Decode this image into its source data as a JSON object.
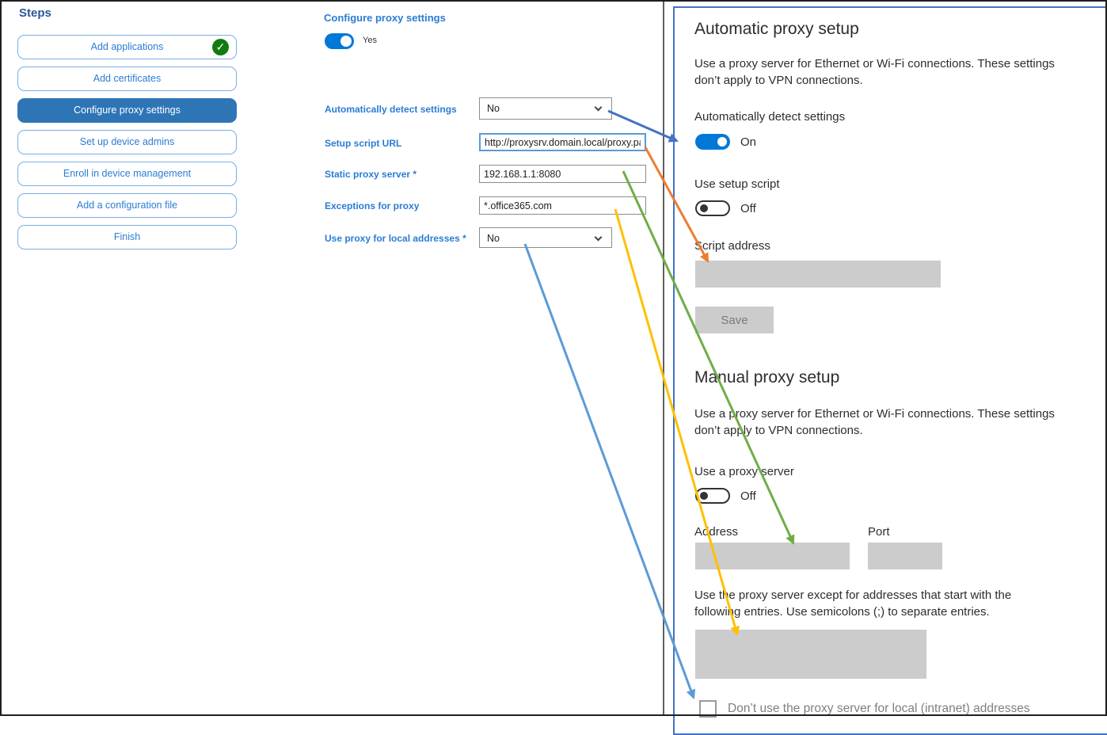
{
  "sidebar": {
    "title": "Steps",
    "steps": [
      {
        "label": "Add applications",
        "status": "completed"
      },
      {
        "label": "Add certificates",
        "status": "normal"
      },
      {
        "label": "Configure proxy settings",
        "status": "active"
      },
      {
        "label": "Set up device admins",
        "status": "normal"
      },
      {
        "label": "Enroll in device management",
        "status": "normal"
      },
      {
        "label": "Add a configuration file",
        "status": "normal"
      },
      {
        "label": "Finish",
        "status": "normal"
      }
    ]
  },
  "icons": {
    "completed_check": "✓"
  },
  "form": {
    "title": "Configure proxy settings",
    "toggle": {
      "state": "Yes",
      "on": true
    },
    "fields": [
      {
        "label": "Automatically detect settings",
        "control": "dropdown",
        "value": "No"
      },
      {
        "label": "Setup script URL",
        "control": "text",
        "value": "http://proxysrv.domain.local/proxy.pa"
      },
      {
        "label": "Static proxy server *",
        "control": "text",
        "value": "192.168.1.1:8080"
      },
      {
        "label": "Exceptions for proxy",
        "control": "text",
        "value": "*.office365.com"
      },
      {
        "label": "Use proxy for local addresses *",
        "control": "dropdown",
        "value": "No"
      }
    ]
  },
  "settings_panel": {
    "automatic": {
      "heading": "Automatic proxy setup",
      "description": "Use a proxy server for Ethernet or Wi-Fi connections. These settings don’t apply to VPN connections.",
      "auto_detect_label": "Automatically detect settings",
      "auto_detect_state": "On",
      "setup_script_label": "Use setup script",
      "setup_script_state": "Off",
      "script_address_label": "Script address",
      "save_label": "Save"
    },
    "manual": {
      "heading": "Manual proxy setup",
      "description": "Use a proxy server for Ethernet or Wi-Fi connections. These settings don’t apply to VPN connections.",
      "proxy_server_label": "Use a proxy server",
      "proxy_server_state": "Off",
      "address_label": "Address",
      "port_label": "Port",
      "exceptions_text": "Use the proxy server except for addresses that start with the following entries. Use semicolons (;) to separate entries.",
      "local_checkbox_label": "Don’t use the proxy server for local (intranet) addresses"
    }
  },
  "arrows": [
    {
      "name": "auto-detect-mapping",
      "color": "#4472c4"
    },
    {
      "name": "setup-script-mapping",
      "color": "#ed7d31"
    },
    {
      "name": "static-proxy-mapping",
      "color": "#70ad47"
    },
    {
      "name": "exceptions-mapping",
      "color": "#ffc000"
    },
    {
      "name": "local-addresses-mapping",
      "color": "#5b9bd5"
    }
  ],
  "colors": {
    "accent_blue": "#2b7cd3",
    "active_step_bg": "#2e75b6",
    "toggle_on_blue": "#0078d7",
    "panel_border_blue": "#4472c4",
    "completed_green": "#107c10",
    "disabled_gray": "#cccccc"
  }
}
